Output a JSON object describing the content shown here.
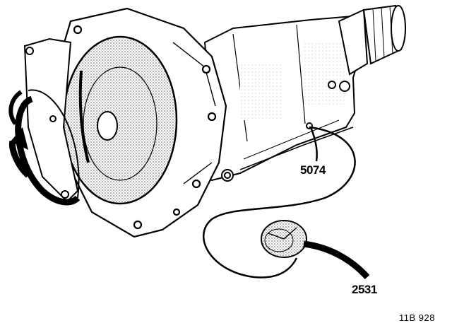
{
  "figure": {
    "callouts": {
      "hose_fitting": "5074",
      "pressure_gauge": "2531"
    },
    "figure_reference": "11B 928",
    "colors": {
      "ink": "#000000",
      "paper": "#ffffff",
      "stipple": "#777777"
    }
  }
}
